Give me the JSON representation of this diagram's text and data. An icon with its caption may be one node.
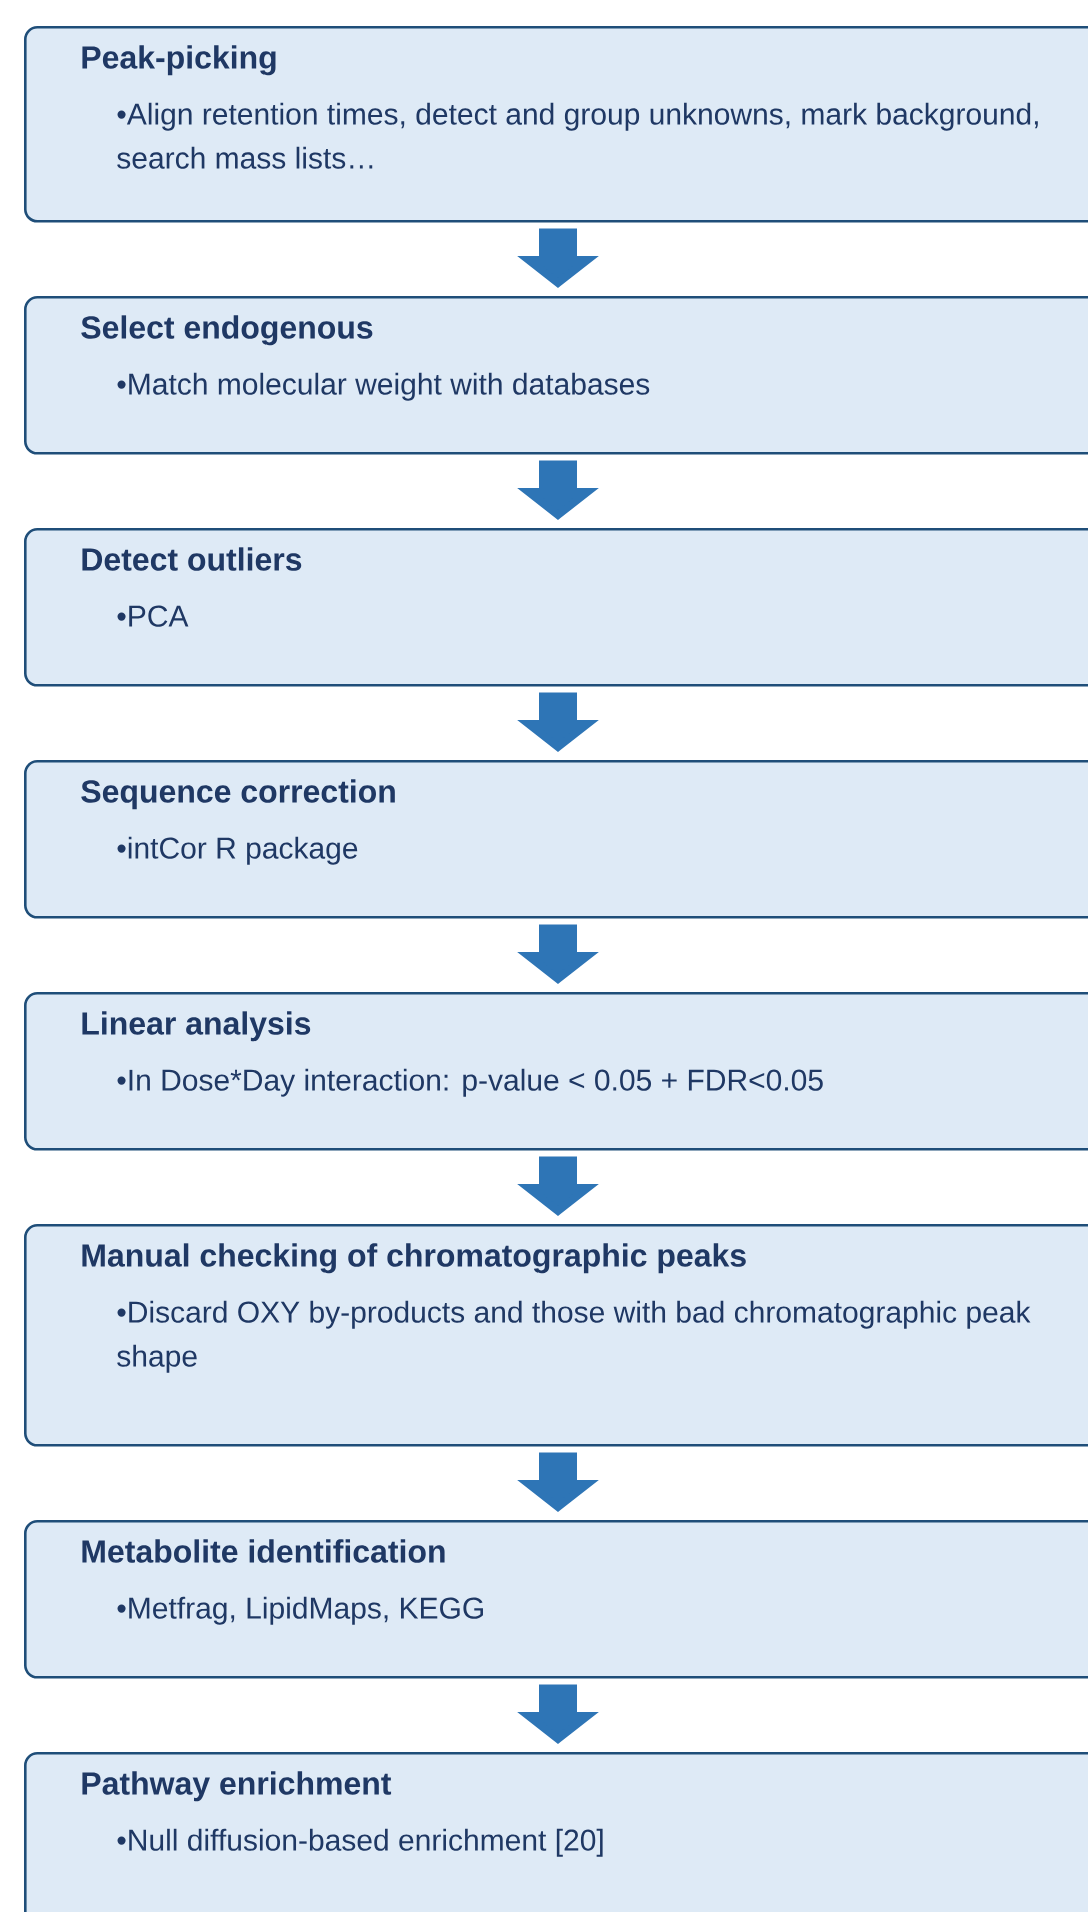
{
  "diagram": {
    "nodes": [
      {
        "text": [
          "Peak-picking",
          "•Align retention times, detect and group unknowns, mark background, search mass lists…"
        ]
      },
      {
        "text": [
          "Select endogenous",
          "•Match molecular weight with databases"
        ]
      },
      {
        "text": [
          "Detect outliers",
          "•PCA"
        ]
      },
      {
        "text": [
          "Sequence correction",
          "•intCor R package"
        ]
      },
      {
        "text": [
          "Linear analysis",
          "•In Dose*Day interaction: p-value < 0.05 + FDR<0.05"
        ]
      },
      {
        "text": [
          "Manual checking of chromatographic peaks",
          "•Discard OXY by-products and those with bad chromatographic peak shape"
        ]
      },
      {
        "text": [
          "Metabolite identification",
          "•Metfrag, LipidMaps, KEGG"
        ]
      },
      {
        "text": [
          "Pathway enrichment",
          "•Null diffusion-based enrichment [20]"
        ]
      }
    ],
    "edges": [
      {
        "from": 0,
        "to": 1,
        "arrow": "to"
      },
      {
        "from": 1,
        "to": 2,
        "arrow": "to"
      },
      {
        "from": 2,
        "to": 3,
        "arrow": "to"
      },
      {
        "from": 3,
        "to": 4,
        "arrow": "to"
      },
      {
        "from": 4,
        "to": 5,
        "arrow": "to"
      },
      {
        "from": 5,
        "to": 6,
        "arrow": "to"
      },
      {
        "from": 6,
        "to": 7,
        "arrow": "to"
      }
    ]
  }
}
